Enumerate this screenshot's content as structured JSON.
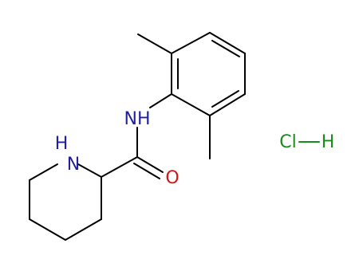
{
  "molecule": {
    "atoms": {
      "amide_nh": {
        "text": "NH",
        "color": "#1f1fa0"
      },
      "ring_nh": {
        "text": "N",
        "h": "H",
        "color": "#1f1fa0"
      },
      "oxygen": {
        "text": "O",
        "color": "#d01818"
      },
      "chlorine": {
        "text": "Cl",
        "color": "#1a8a1a"
      },
      "hydrogen": {
        "text": "H",
        "color": "#1a8a1a"
      }
    }
  }
}
